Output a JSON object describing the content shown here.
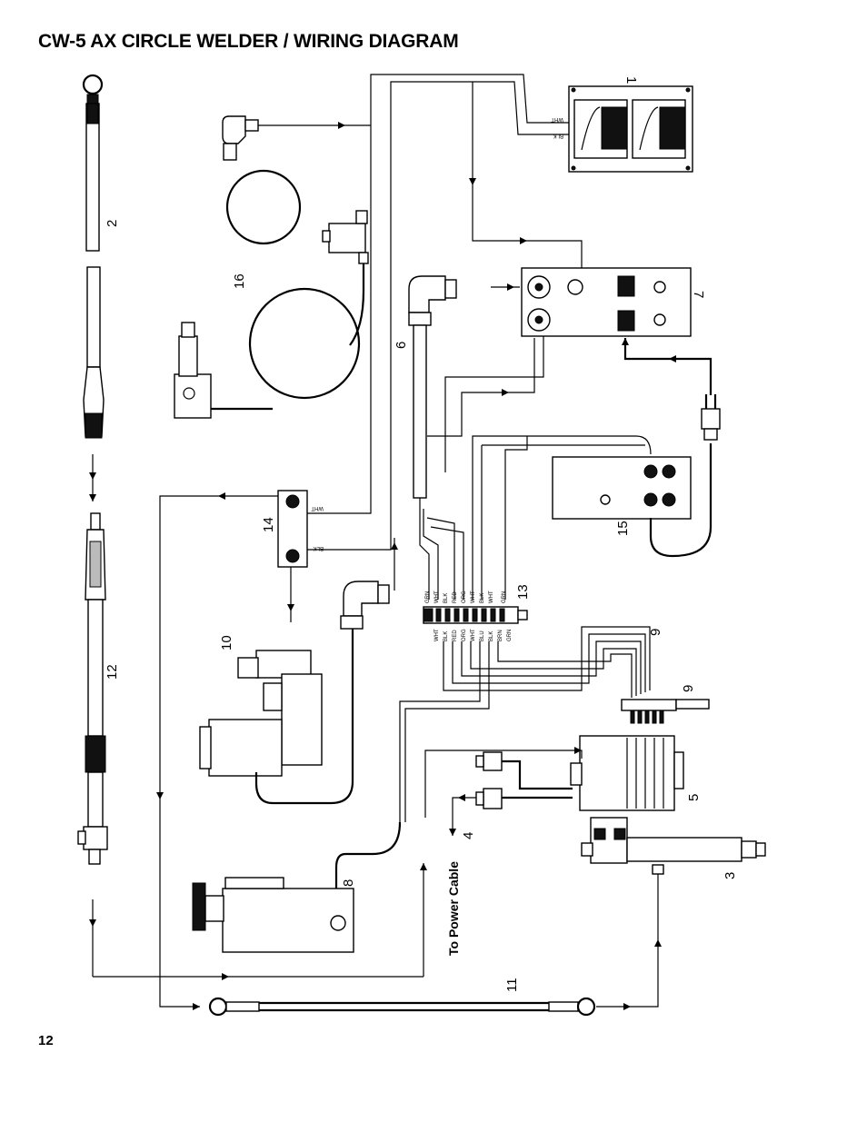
{
  "header": {
    "title": "CW-5 AX CIRCLE WELDER / WIRING DIAGRAM"
  },
  "footer": {
    "page_number": "12"
  },
  "callouts": {
    "c1": "1",
    "c2": "2",
    "c3": "3",
    "c4": "4",
    "c5": "5",
    "c6": "6",
    "c7": "7",
    "c8": "8",
    "c9a": "9",
    "c9b": "9",
    "c10": "10",
    "c11": "11",
    "c12": "12",
    "c13": "13",
    "c14": "14",
    "c15": "15",
    "c16": "16"
  },
  "notes": {
    "power_cable": "To Power Cable"
  },
  "wire_labels": {
    "wht": "WHT",
    "blk": "BLK",
    "terminal_top": [
      "GRN",
      "WHT",
      "BLK",
      "RED",
      "ORG",
      "WHT",
      "BLK",
      "WHT",
      "GRN"
    ],
    "terminal_bottom": [
      "WHT",
      "BLK",
      "RED",
      "ORG",
      "WHT",
      "BLU",
      "BLK",
      "BRN",
      "GRN"
    ]
  },
  "icons": {
    "arrow": "arrow-icon",
    "plug": "power-plug-icon",
    "connector": "round-connector-icon"
  }
}
